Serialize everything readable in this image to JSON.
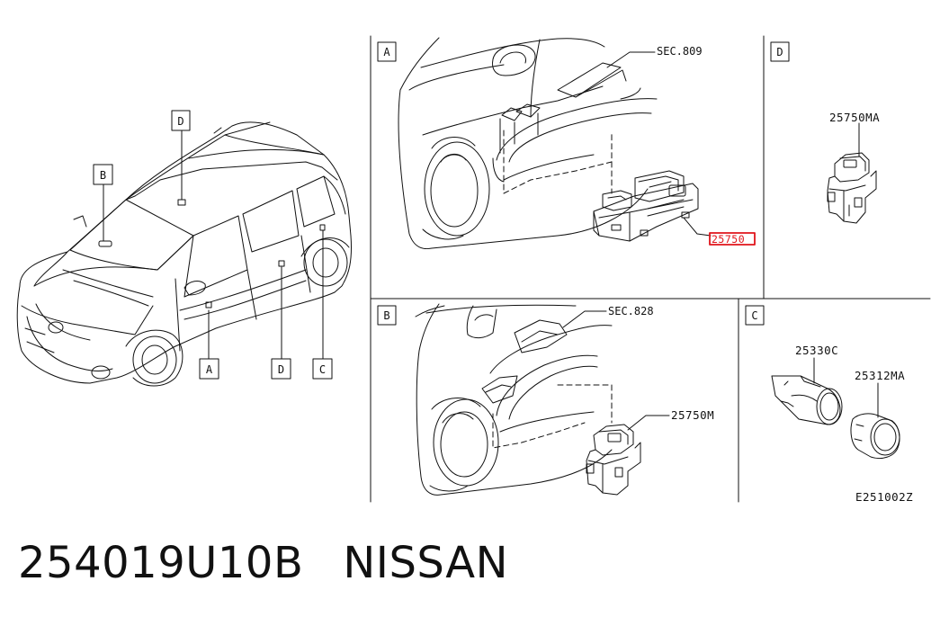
{
  "panels": {
    "overview": {
      "callouts": [
        "D",
        "B",
        "A",
        "D",
        "C"
      ]
    },
    "a": {
      "letter": "A",
      "sec_ref": "SEC.809",
      "part_number": "25750"
    },
    "b": {
      "letter": "B",
      "sec_ref": "SEC.828",
      "part_number": "25750M"
    },
    "c": {
      "letter": "C",
      "part_number_1": "25330C",
      "part_number_2": "25312MA"
    },
    "d": {
      "letter": "D",
      "part_number": "25750MA"
    }
  },
  "diagram_code": "E251002Z",
  "caption": {
    "part_no": "254019U10B",
    "brand": "NISSAN"
  },
  "highlight_color": "#e0141b"
}
